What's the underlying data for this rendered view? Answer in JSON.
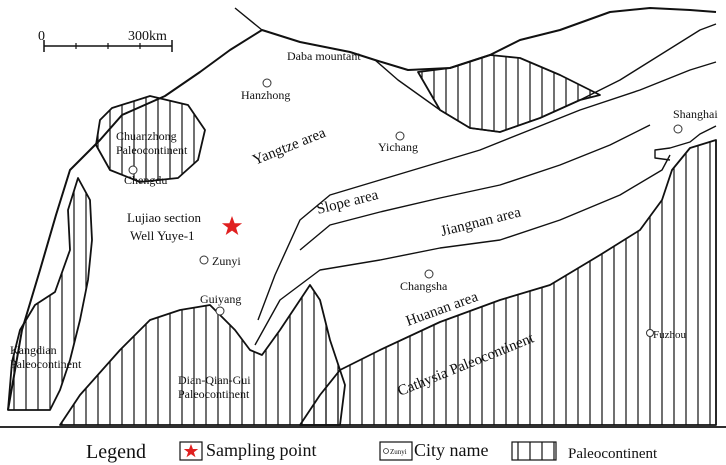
{
  "scale_bar": {
    "start": "0",
    "end": "300km"
  },
  "regions": {
    "daba": "Daba mountant",
    "yangtze": "Yangtze area",
    "slope": "Slope area",
    "jiangnan": "Jiangnan area",
    "huanan": "Huanan area",
    "chuanzhong_1": "Chuanzhong",
    "chuanzhong_2": "Paleocontinent",
    "kangdian_1": "Kangdian",
    "kangdian_2": "Paleocontinent",
    "dianqiangui_1": "Dian-Qian-Gui",
    "dianqiangui_2": "Paleocontinent",
    "cathysia": "Cathysia Paleocontinent"
  },
  "sample": {
    "line1": "Lujiao section",
    "line2": "Well Yuye-1"
  },
  "cities": {
    "hanzhong": "Hanzhong",
    "yichang": "Yichang",
    "chengdu": "Chengdu",
    "zunyi": "Zunyi",
    "guiyang": "Guiyang",
    "changsha": "Changsha",
    "shanghai": "Shanghai",
    "fuzhou": "Fuzhou"
  },
  "legend": {
    "title": "Legend",
    "sampling_point": "Sampling point",
    "city_icon_text": "Zunyi",
    "city_name": "City name",
    "paleocontinent": "Paleocontinent"
  },
  "colors": {
    "sample_star": "#e02020",
    "ink": "#111111"
  }
}
